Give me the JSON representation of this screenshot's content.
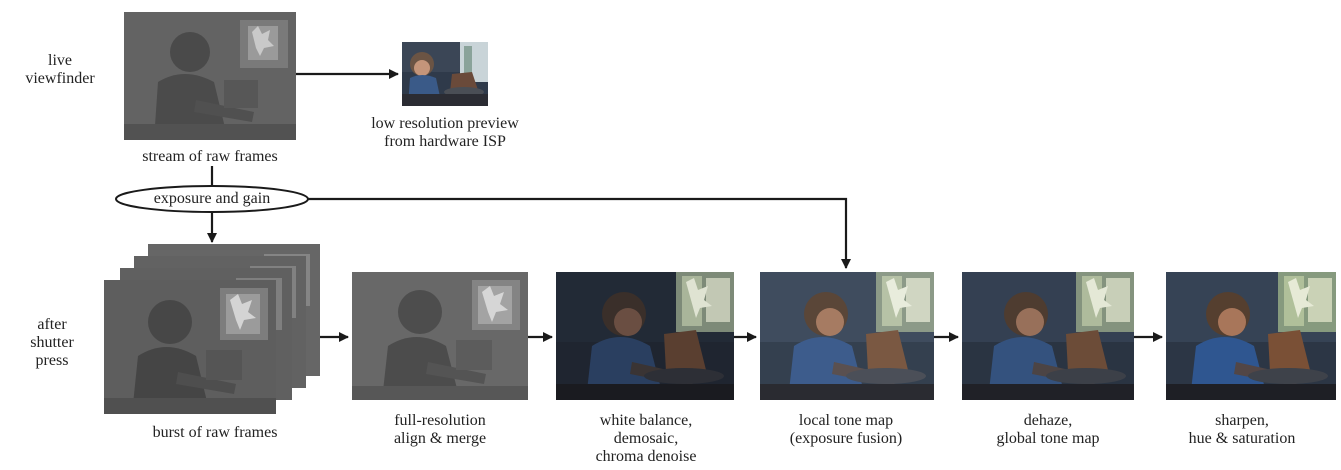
{
  "side_labels": {
    "live_viewfinder": [
      "live",
      "viewfinder"
    ],
    "after_shutter_press": [
      "after",
      "shutter",
      "press"
    ]
  },
  "top_row": {
    "stream_caption": "stream of raw frames",
    "preview_caption": [
      "low resolution preview",
      "from hardware ISP"
    ],
    "exposure_gain_label": "exposure and gain"
  },
  "pipeline": [
    {
      "id": "burst",
      "caption": [
        "burst of raw frames"
      ]
    },
    {
      "id": "align-merge",
      "caption": [
        "full-resolution",
        "align & merge"
      ]
    },
    {
      "id": "white-balance",
      "caption": [
        "white balance,",
        "demosaic,",
        "chroma denoise"
      ]
    },
    {
      "id": "local-tone-map",
      "caption": [
        "local tone map",
        "(exposure fusion)"
      ]
    },
    {
      "id": "dehaze",
      "caption": [
        "dehaze,",
        "global tone map"
      ]
    },
    {
      "id": "sharpen",
      "caption": [
        "sharpen,",
        "hue & saturation"
      ]
    }
  ],
  "colors": {
    "raw_frame": "#5a5a5a",
    "arrow": "#1a1a1a"
  }
}
